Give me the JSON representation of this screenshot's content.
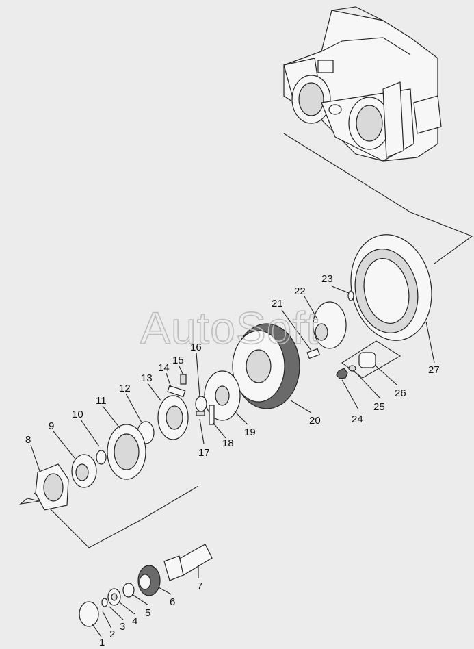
{
  "watermark": "AutoSoft",
  "callouts": [
    {
      "label": "1"
    },
    {
      "label": "2"
    },
    {
      "label": "3"
    },
    {
      "label": "4"
    },
    {
      "label": "5"
    },
    {
      "label": "6"
    },
    {
      "label": "7"
    },
    {
      "label": "8"
    },
    {
      "label": "9"
    },
    {
      "label": "10"
    },
    {
      "label": "11"
    },
    {
      "label": "12"
    },
    {
      "label": "13"
    },
    {
      "label": "14"
    },
    {
      "label": "15"
    },
    {
      "label": "16"
    },
    {
      "label": "17"
    },
    {
      "label": "18"
    },
    {
      "label": "19"
    },
    {
      "label": "20"
    },
    {
      "label": "21"
    },
    {
      "label": "22"
    },
    {
      "label": "23"
    },
    {
      "label": "24"
    },
    {
      "label": "25"
    },
    {
      "label": "26"
    },
    {
      "label": "27"
    }
  ]
}
